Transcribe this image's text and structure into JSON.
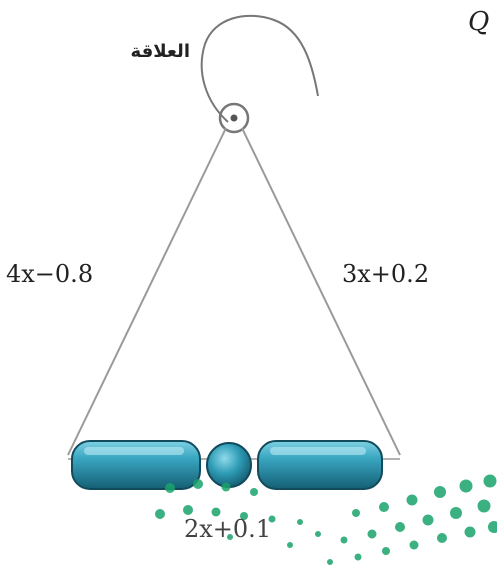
{
  "figure": {
    "corner_letter": "Q",
    "hook_label": "العلاقة",
    "left_side_label": "4x−0.8",
    "right_side_label": "3x+0.2",
    "bottom_label": "2x+0.1",
    "colors": {
      "bead": "#2e9bb5",
      "bead_dark": "#1c6f86",
      "wire": "#9a9a9a",
      "watermark": "#1aa36b"
    }
  }
}
